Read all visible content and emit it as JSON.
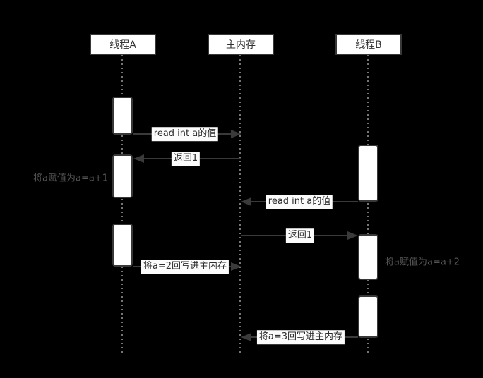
{
  "diagram": {
    "type": "uml-sequence",
    "lifelines": [
      {
        "id": "thread-a",
        "label": "线程A"
      },
      {
        "id": "main-memory",
        "label": "主内存"
      },
      {
        "id": "thread-b",
        "label": "线程B"
      }
    ],
    "messages": [
      {
        "text": "read int a的值",
        "from": "线程A",
        "to": "主内存",
        "direction": "right"
      },
      {
        "text": "返回1",
        "from": "主内存",
        "to": "线程A",
        "direction": "left"
      },
      {
        "text": "read int a的值",
        "from": "线程B",
        "to": "主内存",
        "direction": "left"
      },
      {
        "text": "返回1",
        "from": "主内存",
        "to": "线程B",
        "direction": "right"
      },
      {
        "text": "将a=2回写进主内存",
        "from": "线程A",
        "to": "主内存",
        "direction": "right"
      },
      {
        "text": "将a=3回写进主内存",
        "from": "线程B",
        "to": "主内存",
        "direction": "left"
      }
    ],
    "annotations": [
      {
        "text": "将a赋值为a=a+1",
        "attached_to": "线程A",
        "side": "left"
      },
      {
        "text": "将a赋值为a=a+2",
        "attached_to": "线程B",
        "side": "right"
      }
    ],
    "colors": {
      "background": "#000000",
      "stroke": "#3a3a3a",
      "node_fill": "#ffffff",
      "label_text": "#2e2e2e",
      "annotation_text": "#555555",
      "lifeline_dots": "#757575"
    }
  }
}
